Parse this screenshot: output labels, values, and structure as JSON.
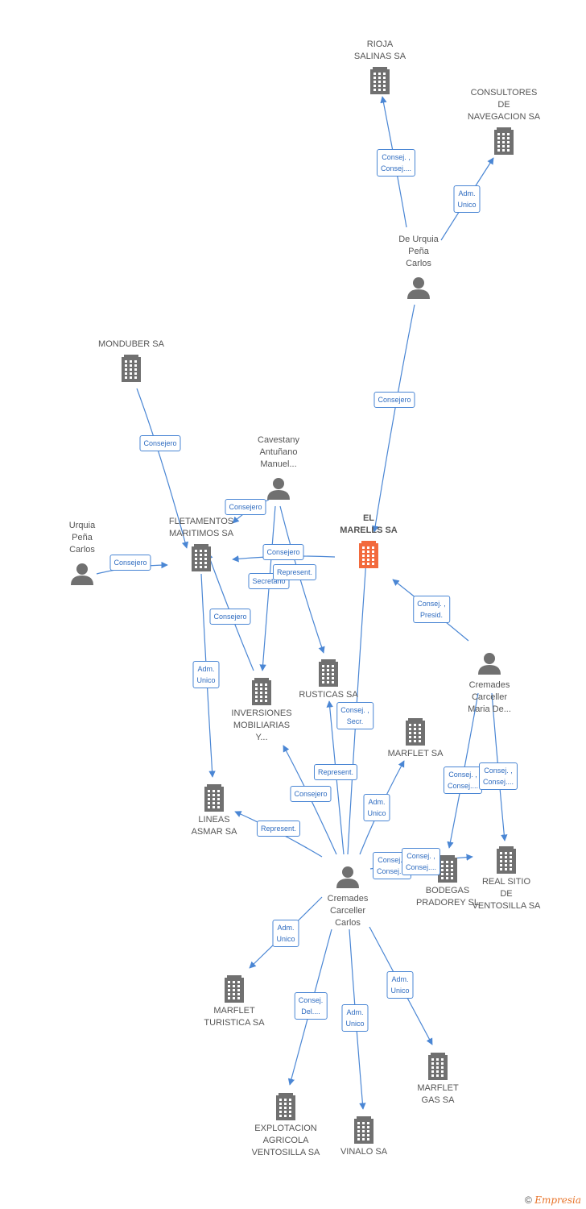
{
  "colors": {
    "node": "#707070",
    "center": "#f26a3d",
    "edge": "#4a86d4"
  },
  "nodes": [
    {
      "id": "rioja",
      "type": "company",
      "label": "RIOJA\nSALINAS SA"
    },
    {
      "id": "consultores",
      "type": "company",
      "label": "CONSULTORES\nDE\nNAVEGACION SA"
    },
    {
      "id": "deurquia",
      "type": "person",
      "label": "De Urquia\nPeña\nCarlos"
    },
    {
      "id": "monduber",
      "type": "company",
      "label": "MONDUBER SA"
    },
    {
      "id": "cavestany",
      "type": "person",
      "label": "Cavestany\nAntuñano\nManuel..."
    },
    {
      "id": "elmarells",
      "type": "center",
      "label": "EL\nMARELLS SA"
    },
    {
      "id": "urquia",
      "type": "person",
      "label": "Urquia\nPeña\nCarlos"
    },
    {
      "id": "fletamentos",
      "type": "company",
      "label": "FLETAMENTOS\nMARITIMOS SA"
    },
    {
      "id": "rusticas",
      "type": "company",
      "label": "RUSTICAS SA"
    },
    {
      "id": "cremadesmaria",
      "type": "person",
      "label": "Cremades\nCarceller\nMaria De..."
    },
    {
      "id": "inversiones",
      "type": "company",
      "label": "INVERSIONES\nMOBILIARIAS\nY..."
    },
    {
      "id": "marflet",
      "type": "company",
      "label": "MARFLET SA"
    },
    {
      "id": "lineas",
      "type": "company",
      "label": "LINEAS\nASMAR SA"
    },
    {
      "id": "bodegas",
      "type": "company",
      "label": "BODEGAS\nPRADOREY SL"
    },
    {
      "id": "realsitio",
      "type": "company",
      "label": "REAL SITIO\nDE\nVENTOSILLA SA"
    },
    {
      "id": "cremadescarlos",
      "type": "person",
      "label": "Cremades\nCarceller\nCarlos"
    },
    {
      "id": "marfletturistica",
      "type": "company",
      "label": "MARFLET\nTURISTICA SA"
    },
    {
      "id": "marfletgas",
      "type": "company",
      "label": "MARFLET\nGAS SA"
    },
    {
      "id": "explotacion",
      "type": "company",
      "label": "EXPLOTACION\nAGRICOLA\nVENTOSILLA SA"
    },
    {
      "id": "vinalo",
      "type": "company",
      "label": "VINALO SA"
    }
  ],
  "edges": [
    {
      "from": "deurquia",
      "to": "rioja",
      "label": "Consej. ,\nConsej...."
    },
    {
      "from": "deurquia",
      "to": "consultores",
      "label": "Adm.\nUnico"
    },
    {
      "from": "deurquia",
      "to": "elmarells",
      "label": "Consejero"
    },
    {
      "from": "monduber",
      "to": "fletamentos",
      "label": "Consejero"
    },
    {
      "from": "cavestany",
      "to": "fletamentos",
      "label": "Consejero"
    },
    {
      "from": "cavestany",
      "to": "inversiones",
      "label": "Secretario"
    },
    {
      "from": "cavestany",
      "to": "rusticas",
      "label": "Represent."
    },
    {
      "from": "elmarells",
      "to": "fletamentos",
      "label": "Consejero"
    },
    {
      "from": "urquia",
      "to": "fletamentos",
      "label": "Consejero"
    },
    {
      "from": "inversiones",
      "to": "fletamentos",
      "label": "Consejero"
    },
    {
      "from": "fletamentos",
      "to": "lineas",
      "label": "Adm.\nUnico"
    },
    {
      "from": "cremadesmaria",
      "to": "elmarells",
      "label": "Consej. ,\nPresid."
    },
    {
      "from": "cremadesmaria",
      "to": "bodegas",
      "label": "Consej. ,\nConsej...."
    },
    {
      "from": "cremadesmaria",
      "to": "realsitio",
      "label": "Consej. ,\nConsej...."
    },
    {
      "from": "cremadescarlos",
      "to": "elmarells",
      "label": "Consej. ,\nSecr."
    },
    {
      "from": "cremadescarlos",
      "to": "rusticas",
      "label": "Represent."
    },
    {
      "from": "cremadescarlos",
      "to": "inversiones",
      "label": "Consejero"
    },
    {
      "from": "cremadescarlos",
      "to": "marflet",
      "label": "Adm.\nUnico"
    },
    {
      "from": "cremadescarlos",
      "to": "lineas",
      "label": "Represent."
    },
    {
      "from": "cremadescarlos",
      "to": "bodegas",
      "label": "Consej. ,\nConsej...."
    },
    {
      "from": "cremadescarlos",
      "to": "realsitio",
      "label": "Consej. ,\nConsej...."
    },
    {
      "from": "cremadescarlos",
      "to": "marfletturistica",
      "label": "Adm.\nUnico"
    },
    {
      "from": "cremadescarlos",
      "to": "explotacion",
      "label": "Consej.\nDel...."
    },
    {
      "from": "cremadescarlos",
      "to": "vinalo",
      "label": "Adm.\nUnico"
    },
    {
      "from": "cremadescarlos",
      "to": "marfletgas",
      "label": "Adm.\nUnico"
    }
  ],
  "footer": {
    "copyright": "©",
    "brand": "Empresia"
  }
}
